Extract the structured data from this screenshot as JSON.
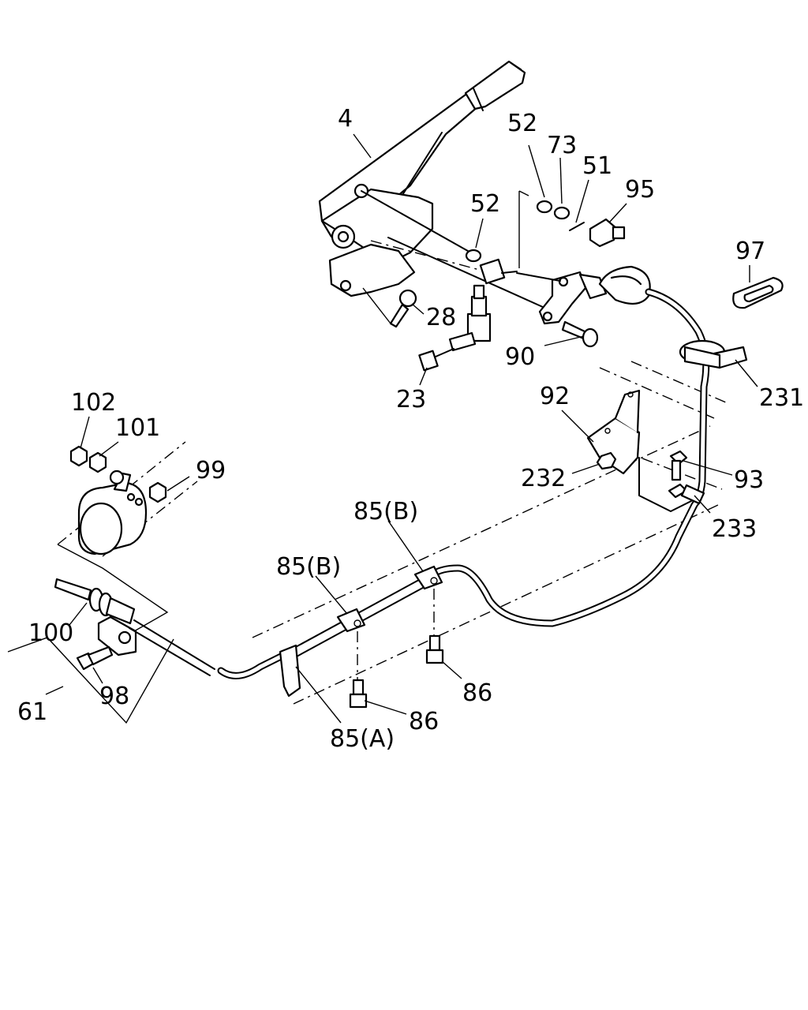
{
  "labels": {
    "l4": "4",
    "l52a": "52",
    "l73": "73",
    "l51": "51",
    "l95": "95",
    "l52b": "52",
    "l97": "97",
    "l28": "28",
    "l90": "90",
    "l23": "23",
    "l231": "231",
    "l92": "92",
    "l102": "102",
    "l101": "101",
    "l99": "99",
    "l232": "232",
    "l93": "93",
    "l233": "233",
    "l85b1": "85(B)",
    "l85b2": "85(B)",
    "l100": "100",
    "l98": "98",
    "l61": "61",
    "l86a": "86",
    "l86b": "86",
    "l85a": "85(A)"
  }
}
